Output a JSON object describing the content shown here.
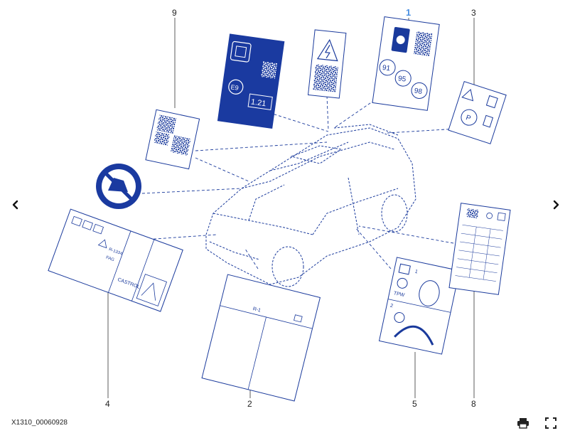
{
  "caption": "X1310_00060928",
  "callouts": [
    {
      "id": "1",
      "label": "1",
      "active": true
    },
    {
      "id": "2",
      "label": "2",
      "active": false
    },
    {
      "id": "3",
      "label": "3",
      "active": false
    },
    {
      "id": "4",
      "label": "4",
      "active": false
    },
    {
      "id": "5",
      "label": "5",
      "active": false
    },
    {
      "id": "8",
      "label": "8",
      "active": false
    },
    {
      "id": "9",
      "label": "9",
      "active": false
    }
  ],
  "labels": {
    "fuel": {
      "octanes": [
        "91",
        "95",
        "98"
      ]
    },
    "tyre_pressure": {
      "num1": "1",
      "num2": "2",
      "tpw": "TPW"
    },
    "engine": {
      "castrol": "CASTROL",
      "r133": "R-1334",
      "fag": "FAG"
    },
    "euro": {
      "e9": "E9",
      "value": "1.21"
    },
    "r_label": {
      "text": "R-1"
    }
  },
  "colors": {
    "line": "#1a3a9c",
    "active_number": "#4a90e2",
    "euro_bg": "#1a3aa0"
  },
  "toolbar": {
    "print_icon": "printer-icon",
    "fullscreen_icon": "fullscreen-icon"
  },
  "navigation": {
    "prev_icon": "chevron-left-icon",
    "next_icon": "chevron-right-icon"
  }
}
